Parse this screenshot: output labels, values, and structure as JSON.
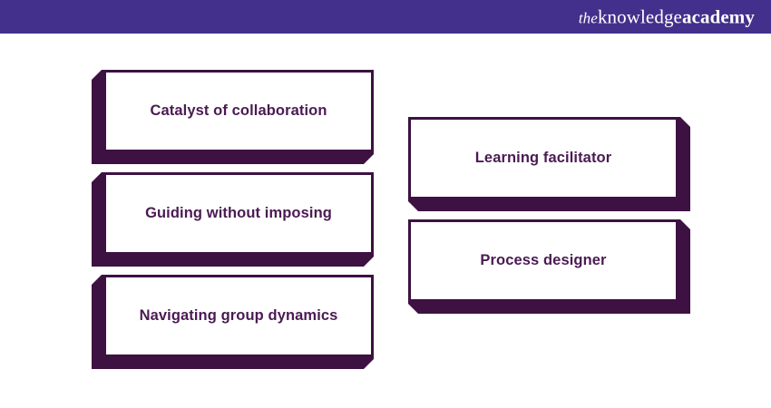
{
  "header": {
    "background_color": "#43308c",
    "logo": {
      "icon_name": "knowledge-academy-logo",
      "part_the": "the",
      "part_knowledge": "knowledge",
      "part_academy": "academy",
      "full_text": "theknowledgeacademy"
    }
  },
  "theme": {
    "header_purple": "#43308c",
    "box_border": "#3d1142",
    "box_shadow": "#3d1142",
    "box_fill": "#ffffff",
    "label_text": "#4a1b52",
    "page_background": "#ffffff"
  },
  "diagram": {
    "type": "callout-box-list",
    "left_column": [
      {
        "label": "Catalyst of collaboration"
      },
      {
        "label": "Guiding without imposing"
      },
      {
        "label": "Navigating group dynamics"
      }
    ],
    "right_column": [
      {
        "label": "Learning facilitator"
      },
      {
        "label": "Process designer"
      }
    ]
  }
}
